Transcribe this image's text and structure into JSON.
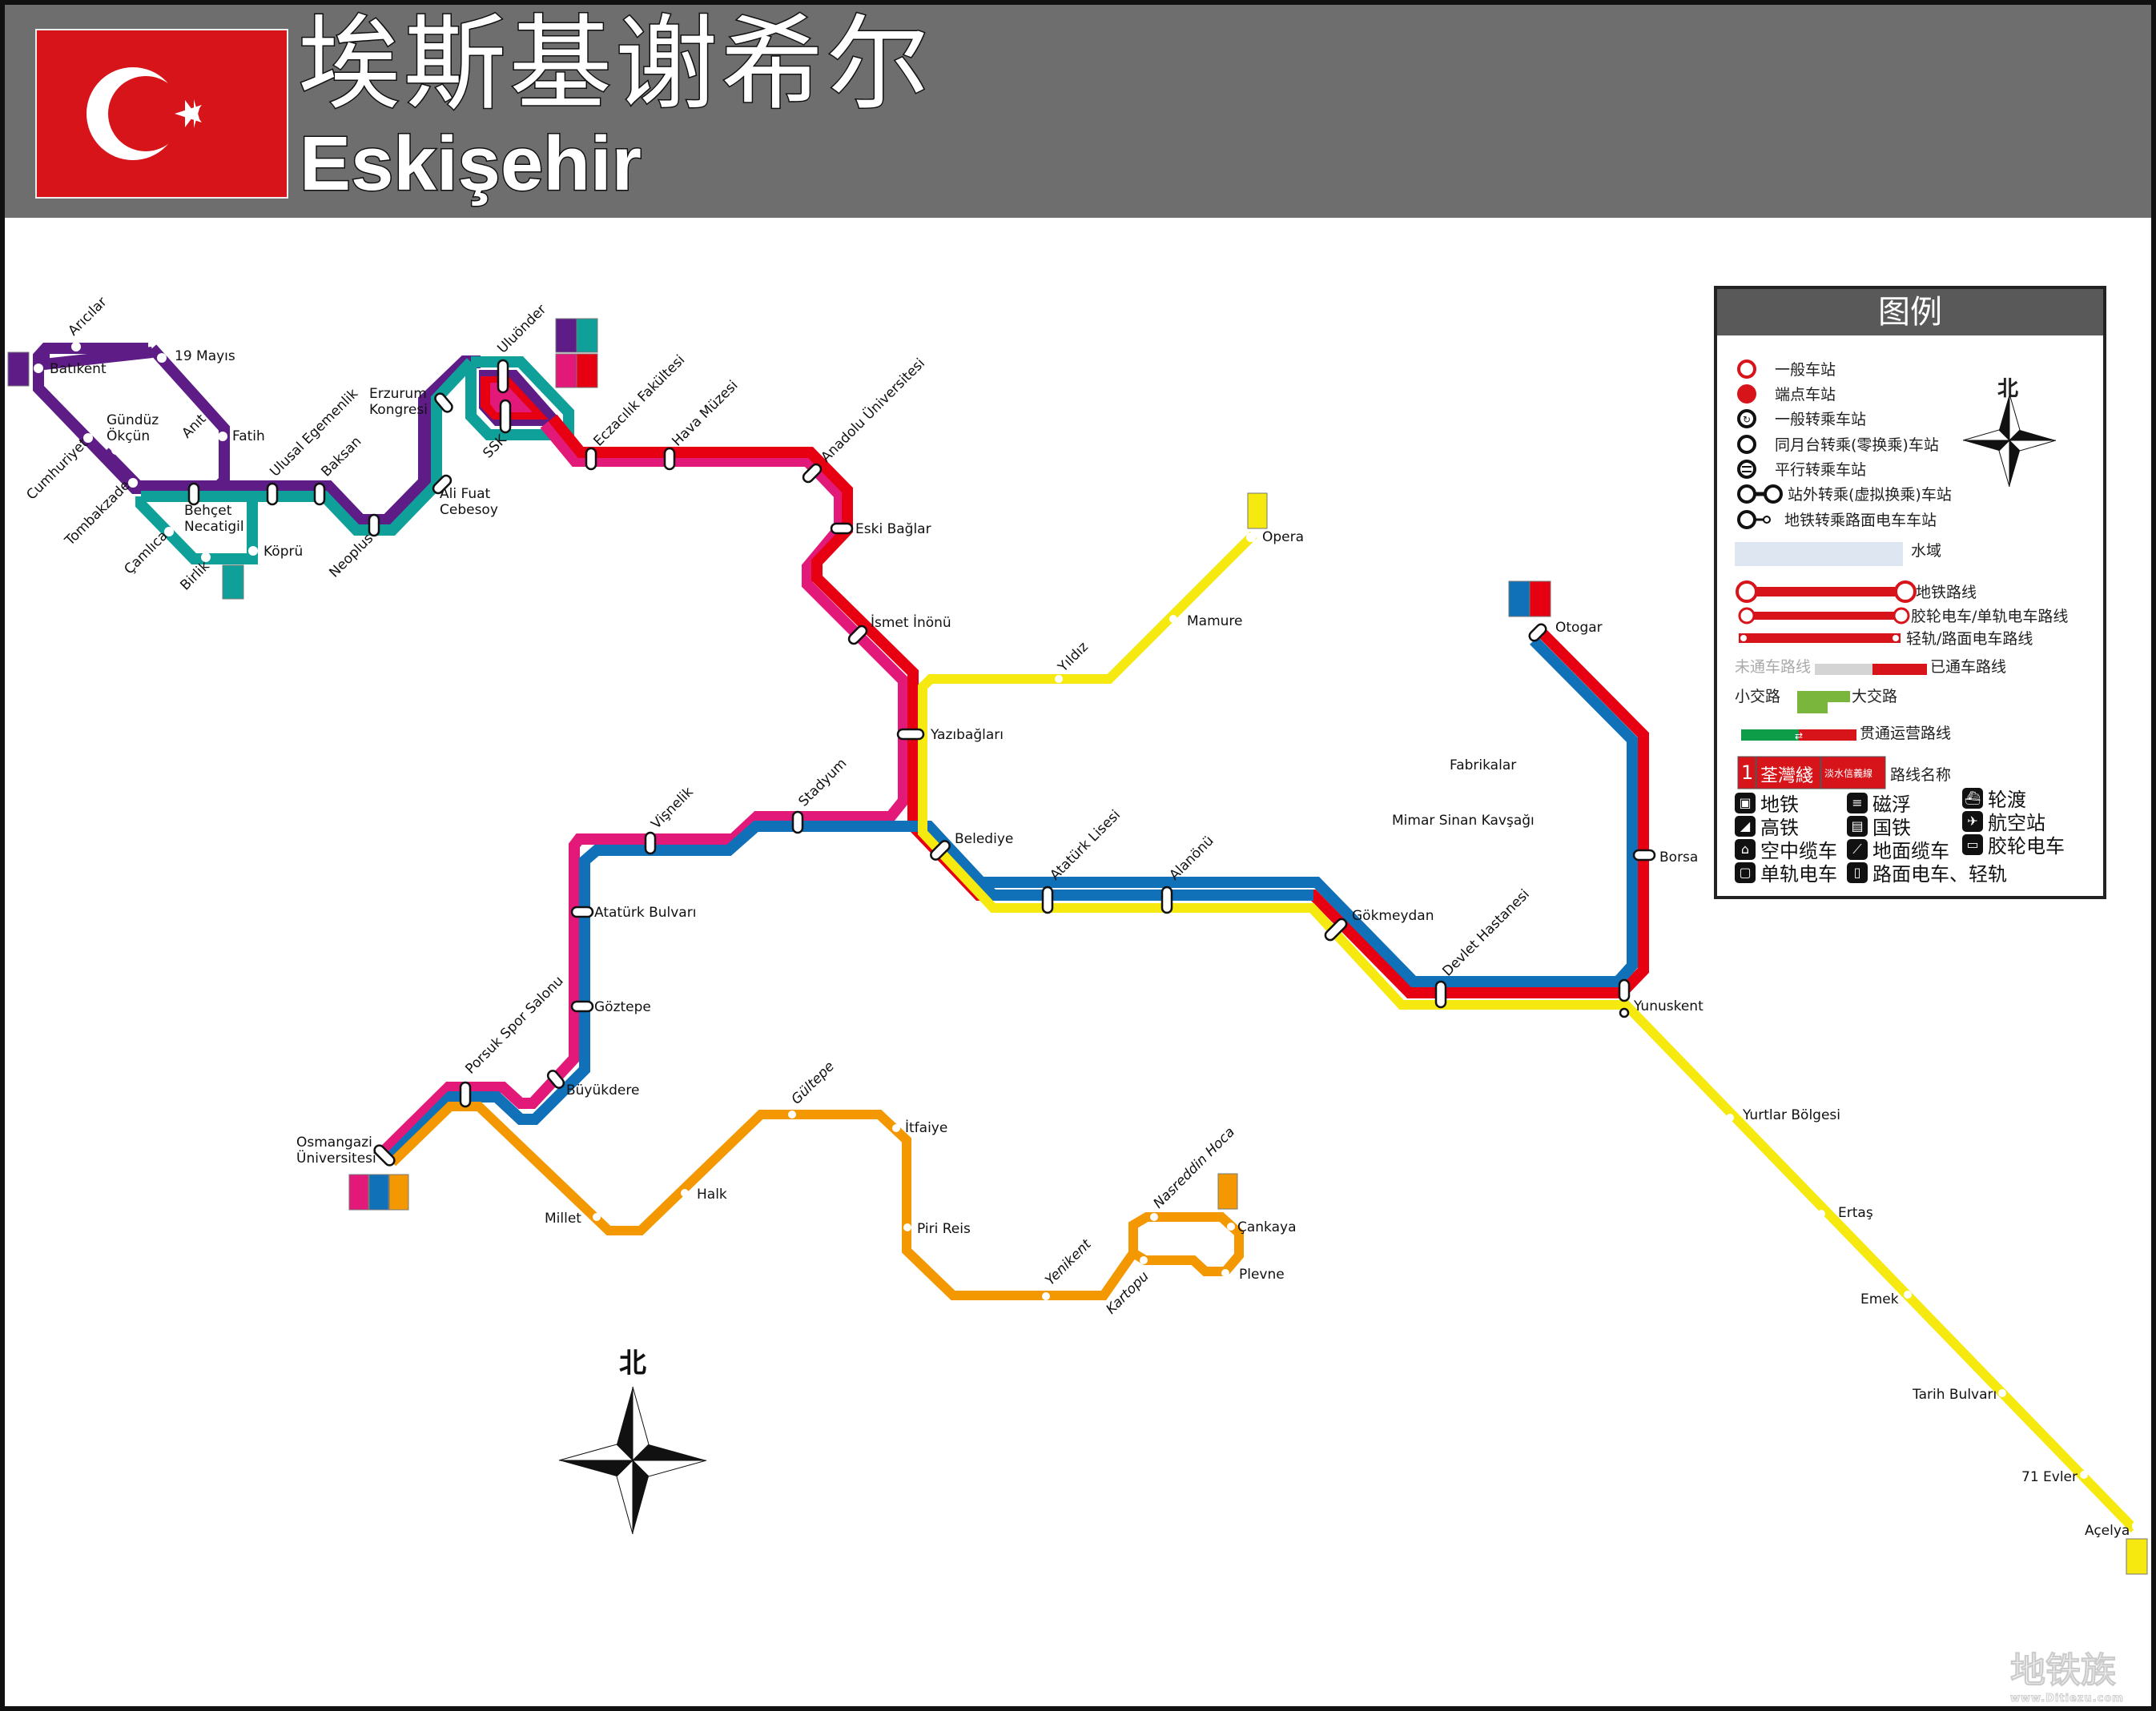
{
  "header": {
    "title_cn": "埃斯基谢希尔",
    "title_en": "Eskişehir",
    "flag": "turkey-flag"
  },
  "colors": {
    "purple": "#5e1c87",
    "teal": "#0fa199",
    "magenta": "#e3197a",
    "red": "#e60012",
    "blue": "#1070b8",
    "yellow": "#f5e90f",
    "orange": "#f39800",
    "header_bg": "#6f6e6e"
  },
  "stations": {
    "aricilar": "Arıcılar",
    "batikent": "Batıkent",
    "mayis19": "19 Mayıs",
    "gunduz_okcun": [
      "Gündüz",
      "Ökçün"
    ],
    "anit": "Anıt",
    "fatih": "Fatih",
    "cumhuriyet": "Cumhuriyet",
    "tombakzade": "Tombakzade",
    "behcet_necatigil": [
      "Behçet",
      "Necatigil"
    ],
    "camlica": "Çamlıca",
    "birlik": "Birlik",
    "kopru": "Köprü",
    "ulusal_egemenlik": "Ulusal Egemenlik",
    "baksan": "Baksan",
    "neoplus": "Neoplus",
    "erzurum_kongresi": [
      "Erzurum",
      "Kongresi"
    ],
    "ali_fuat_cebesoy": [
      "Ali Fuat",
      "Cebesoy"
    ],
    "uluonder": "Uluönder",
    "ssk": "SSK",
    "eczacilik": "Eczacılık Fakültesi",
    "hava_muzesi": "Hava Müzesi",
    "anadolu": "Anadolu Üniversitesi",
    "eski_baglar": "Eski Bağlar",
    "ismet_inonu": "İsmet İnönü",
    "yazibaglari": "Yazıbağları",
    "belediye": "Belediye",
    "ataturk_lisesi": "Atatürk Lisesi",
    "alanonu": "Alanönü",
    "gokmeydan": "Gökmeydan",
    "devlet_hastanesi": "Devlet Hastanesi",
    "yunuskent": "Yunuskent",
    "borsa": "Borsa",
    "otogar": "Otogar",
    "fabrikalar": "Fabrikalar",
    "mimar_sinan": "Mimar Sinan Kavşağı",
    "yildiz": "Yıldız",
    "mamure": "Mamure",
    "opera": "Opera",
    "stadyum": "Stadyum",
    "visnelik": "Vişnelik",
    "ataturk_bulvari": "Atatürk Bulvarı",
    "goztepe": "Göztepe",
    "buyukdere": "Büyükdere",
    "porsuk": "Porsuk Spor Salonu",
    "osmangazi": [
      "Osmangazi",
      "Üniversitesi"
    ],
    "millet": "Millet",
    "halk": "Halk",
    "gultepe": "Gültepe",
    "itfaiye": "İtfaiye",
    "piri_reis": "Piri Reis",
    "yenikent": "Yenikent",
    "kartopu": "Kartopu",
    "nasreddin_hoca": "Nasreddin Hoca",
    "cankaya": "Çankaya",
    "plevne": "Plevne",
    "yurtlar": "Yurtlar Bölgesi",
    "ertas": "Ertaş",
    "emek": "Emek",
    "tarih_bulvari": "Tarih Bulvarı",
    "evler71": "71 Evler",
    "acelya": "Açelya"
  },
  "compass": {
    "label": "北"
  },
  "legend": {
    "title": "图例",
    "north": "北",
    "symbols": [
      "一般车站",
      "端点车站",
      "一般转乘车站",
      "同月台转乘(零换乘)车站",
      "平行转乘车站",
      "站外转乘(虚拟换乘)车站",
      "地铁转乘路面电车车站"
    ],
    "water": "水域",
    "line_types": [
      "地铁路线",
      "胶轮电车/单轨电车路线",
      "轻轨/路面电车路线"
    ],
    "unopened": "未通车路线",
    "opened": "已通车路线",
    "short_route": "小交路",
    "long_route": "大交路",
    "through_service": "贯通运营路线",
    "line_name_sample": {
      "number": "1",
      "name": "荃灣綫",
      "sub": "淡水信義線"
    },
    "line_name": "路线名称",
    "modes": [
      {
        "icon": "metro-icon",
        "label": "地铁"
      },
      {
        "icon": "maglev-icon",
        "label": "磁浮"
      },
      {
        "icon": "ferry-icon",
        "label": "轮渡"
      },
      {
        "icon": "highspeed-rail-icon",
        "label": "高铁"
      },
      {
        "icon": "national-rail-icon",
        "label": "国铁"
      },
      {
        "icon": "airport-icon",
        "label": "航空站"
      },
      {
        "icon": "aerial-cable-car-icon",
        "label": "空中缆车"
      },
      {
        "icon": "funicular-icon",
        "label": "地面缆车"
      },
      {
        "icon": "rubber-tyred-tram-icon",
        "label": "胶轮电车"
      },
      {
        "icon": "monorail-icon",
        "label": "单轨电车"
      },
      {
        "icon": "tram-icon",
        "label": "路面电车、轻轨"
      }
    ]
  },
  "watermark": {
    "cn": "地铁族",
    "url": "www.Ditiezu.com"
  }
}
